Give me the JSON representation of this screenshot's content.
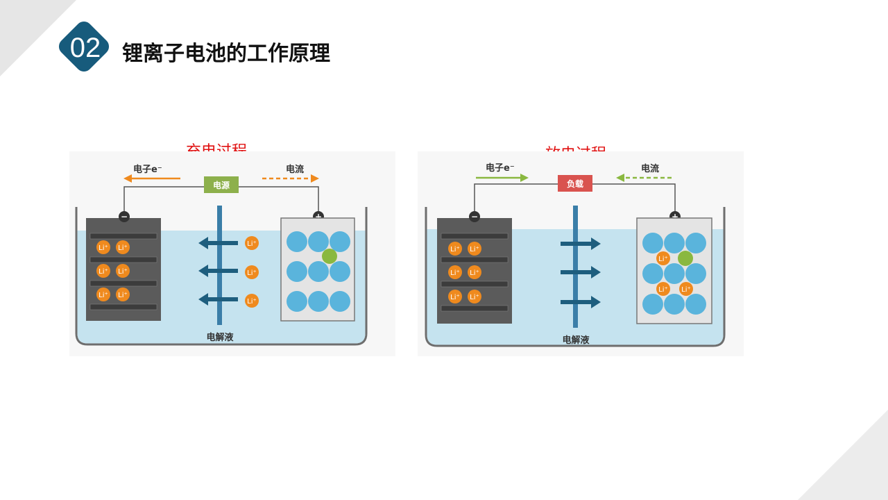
{
  "slide": {
    "number": "02",
    "title": "锂离子电池的工作原理"
  },
  "charge": {
    "heading": "充电过程",
    "electron_label": "电子e⁻",
    "current_label": "电流",
    "source_label": "电源",
    "electrolyte_label": "电解液",
    "neg_sign": "−",
    "pos_sign": "+",
    "ion_label": "Li⁺"
  },
  "discharge": {
    "heading": "放电过程",
    "electron_label": "电子e⁻",
    "current_label": "电流",
    "load_label": "负载",
    "electrolyte_label": "电解液",
    "neg_sign": "−",
    "pos_sign": "+",
    "ion_label": "Li⁺"
  },
  "colors": {
    "accent": "#175b7c",
    "heading_red": "#e01010",
    "electrolyte": "#c5e3ef",
    "anode": "#5b5b5b",
    "cathode_ball": "#5ab4dc",
    "lithium": "#ef8a1e",
    "green_ball": "#8ab840",
    "source_box": "#8db04c",
    "load_box": "#d9534f",
    "separator": "#3a7ea8"
  }
}
